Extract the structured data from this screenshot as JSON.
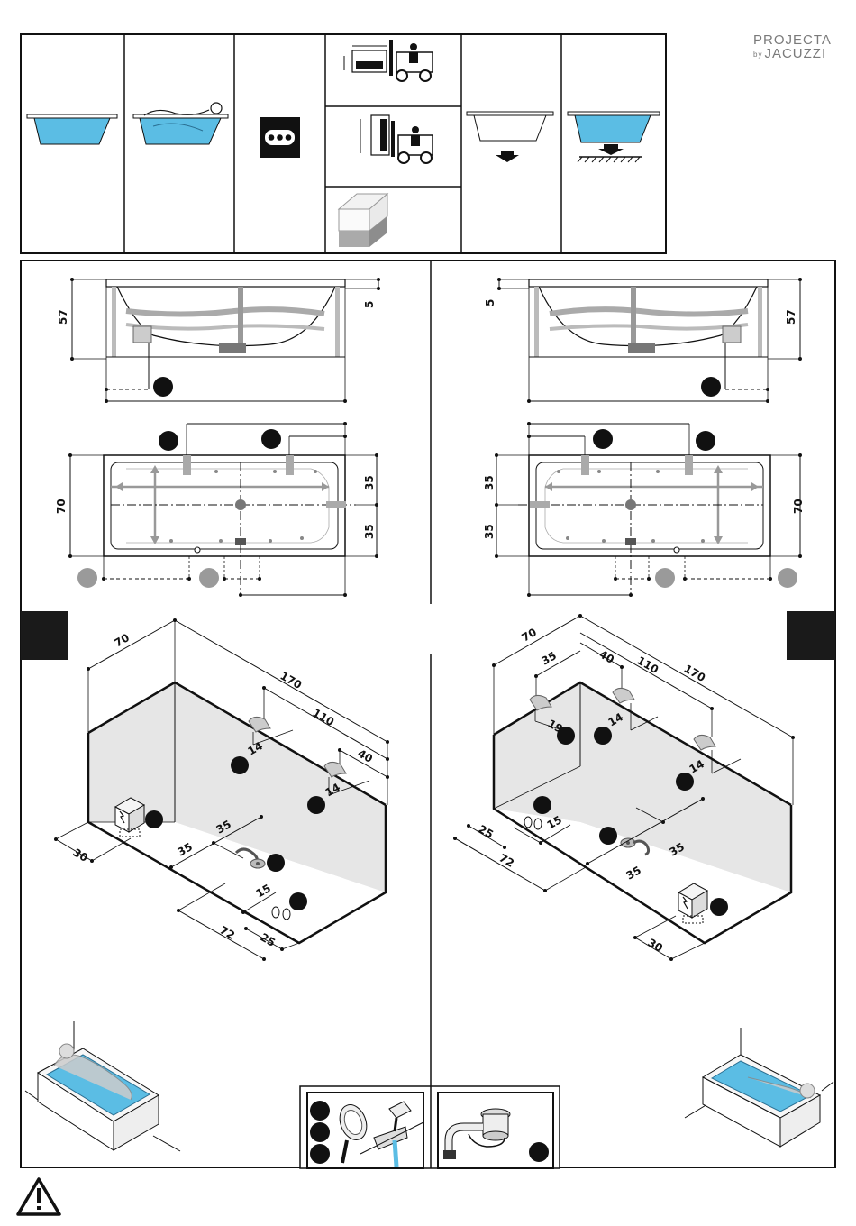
{
  "brand": {
    "line1": "PROJECTA",
    "by": "by",
    "line2": "JACUZZI"
  },
  "colors": {
    "water": "#5bbde4",
    "wall": "#e6e6e6",
    "grey_marker": "#9a9a9a",
    "black_panel": "#1a1a1a"
  },
  "top_view_left": {
    "height": "57",
    "rim": "5",
    "width": "70",
    "half_a": "35",
    "half_b": "35"
  },
  "top_view_right": {
    "height": "57",
    "rim": "5",
    "width": "70",
    "half_a": "35",
    "half_b": "35"
  },
  "iso_left": {
    "d70": "70",
    "d170": "170",
    "d110": "110",
    "d40": "40",
    "d14a": "14",
    "d14b": "14",
    "d35a": "35",
    "d35b": "35",
    "d30": "30",
    "d15": "15",
    "d72": "72",
    "d25": "25"
  },
  "iso_right": {
    "d70": "70",
    "d35": "35",
    "d40": "40",
    "d110": "110",
    "d170": "170",
    "d19": "19",
    "d14a": "14",
    "d14b": "14",
    "d25": "25",
    "d15": "15",
    "d72": "72",
    "d35a": "35",
    "d35b": "35",
    "d30": "30"
  }
}
